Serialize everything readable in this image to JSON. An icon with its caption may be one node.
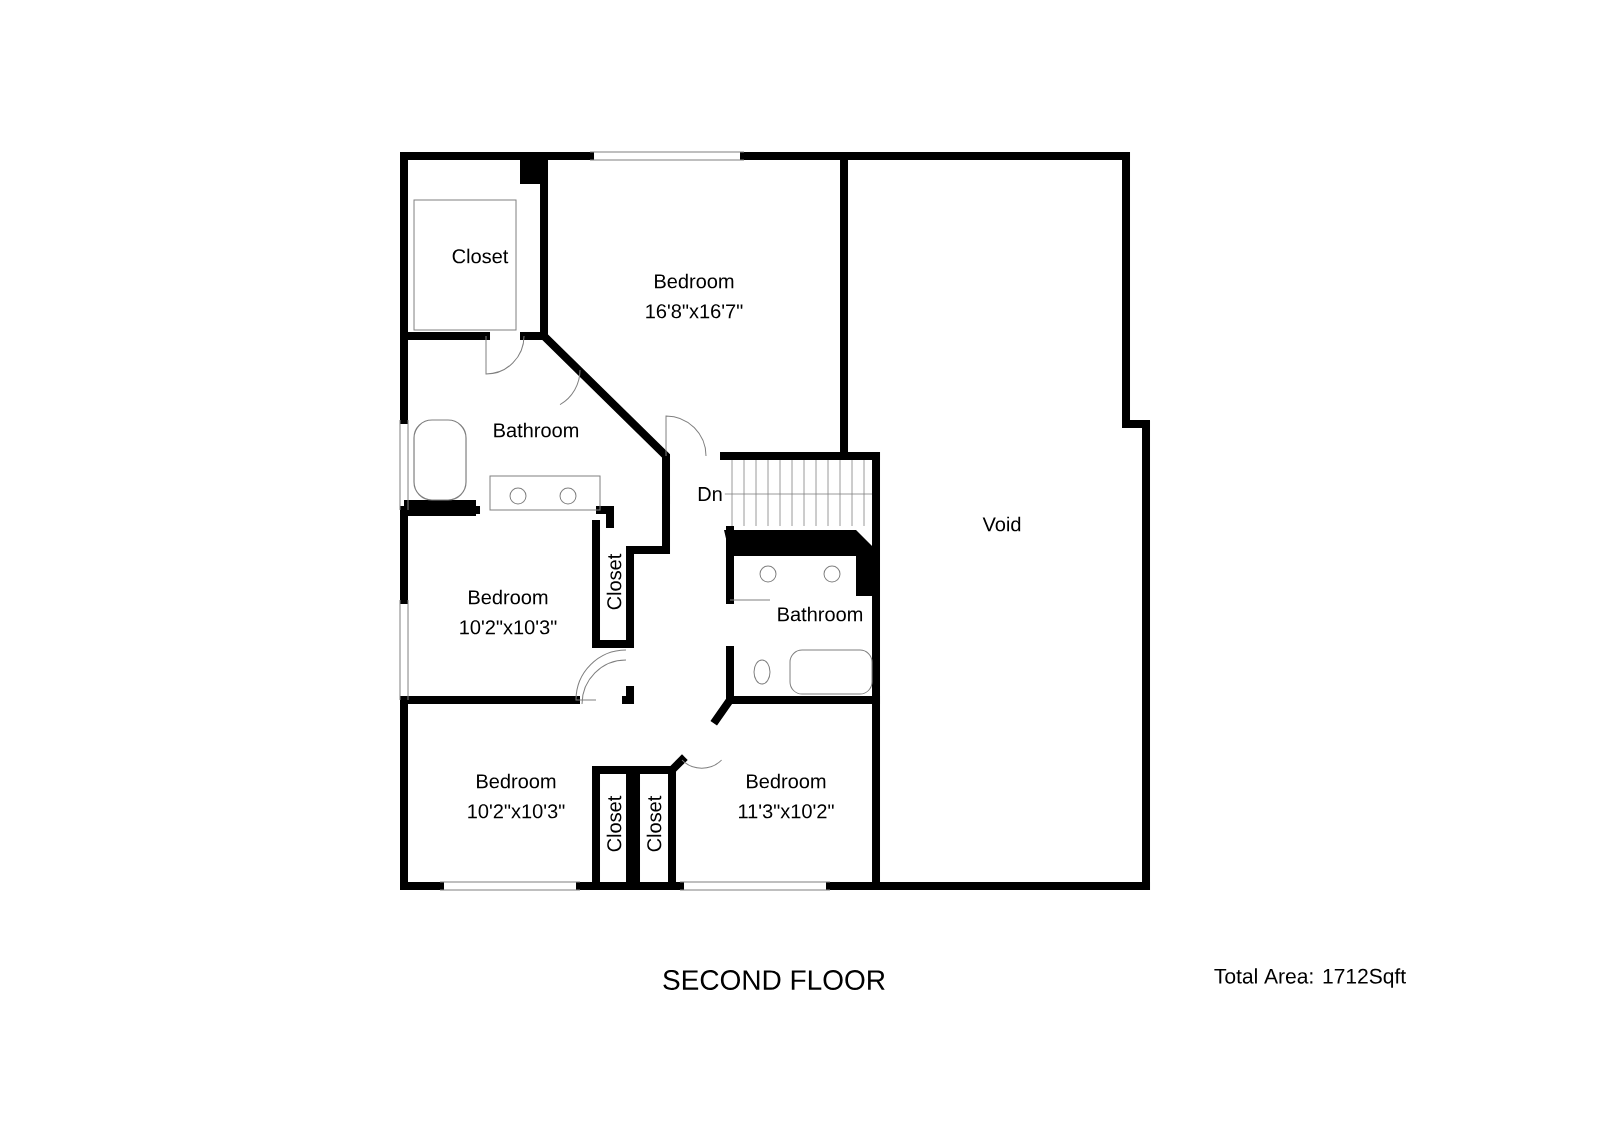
{
  "diagram": {
    "caption": "SECOND FLOOR",
    "nodes": [
      {
        "text": [
          "Closet"
        ]
      },
      {
        "text": [
          "Bedroom",
          "16'8\"x16'7\""
        ]
      },
      {
        "text": [
          "Void"
        ]
      },
      {
        "text": [
          "Bathroom"
        ]
      },
      {
        "text": [
          "Bedroom",
          "10'2\"x10'3\""
        ]
      },
      {
        "text": [
          "Closet"
        ]
      },
      {
        "text": [
          "Bathroom"
        ]
      },
      {
        "text": [
          "Bedroom",
          "10'2\"x10'3\""
        ]
      },
      {
        "text": [
          "Closet"
        ]
      },
      {
        "text": [
          "Closet"
        ]
      },
      {
        "text": [
          "Bedroom",
          "11'3\"x10'2\""
        ]
      }
    ],
    "labels": [
      "Dn",
      "Total Area: 1712Sqft"
    ]
  }
}
